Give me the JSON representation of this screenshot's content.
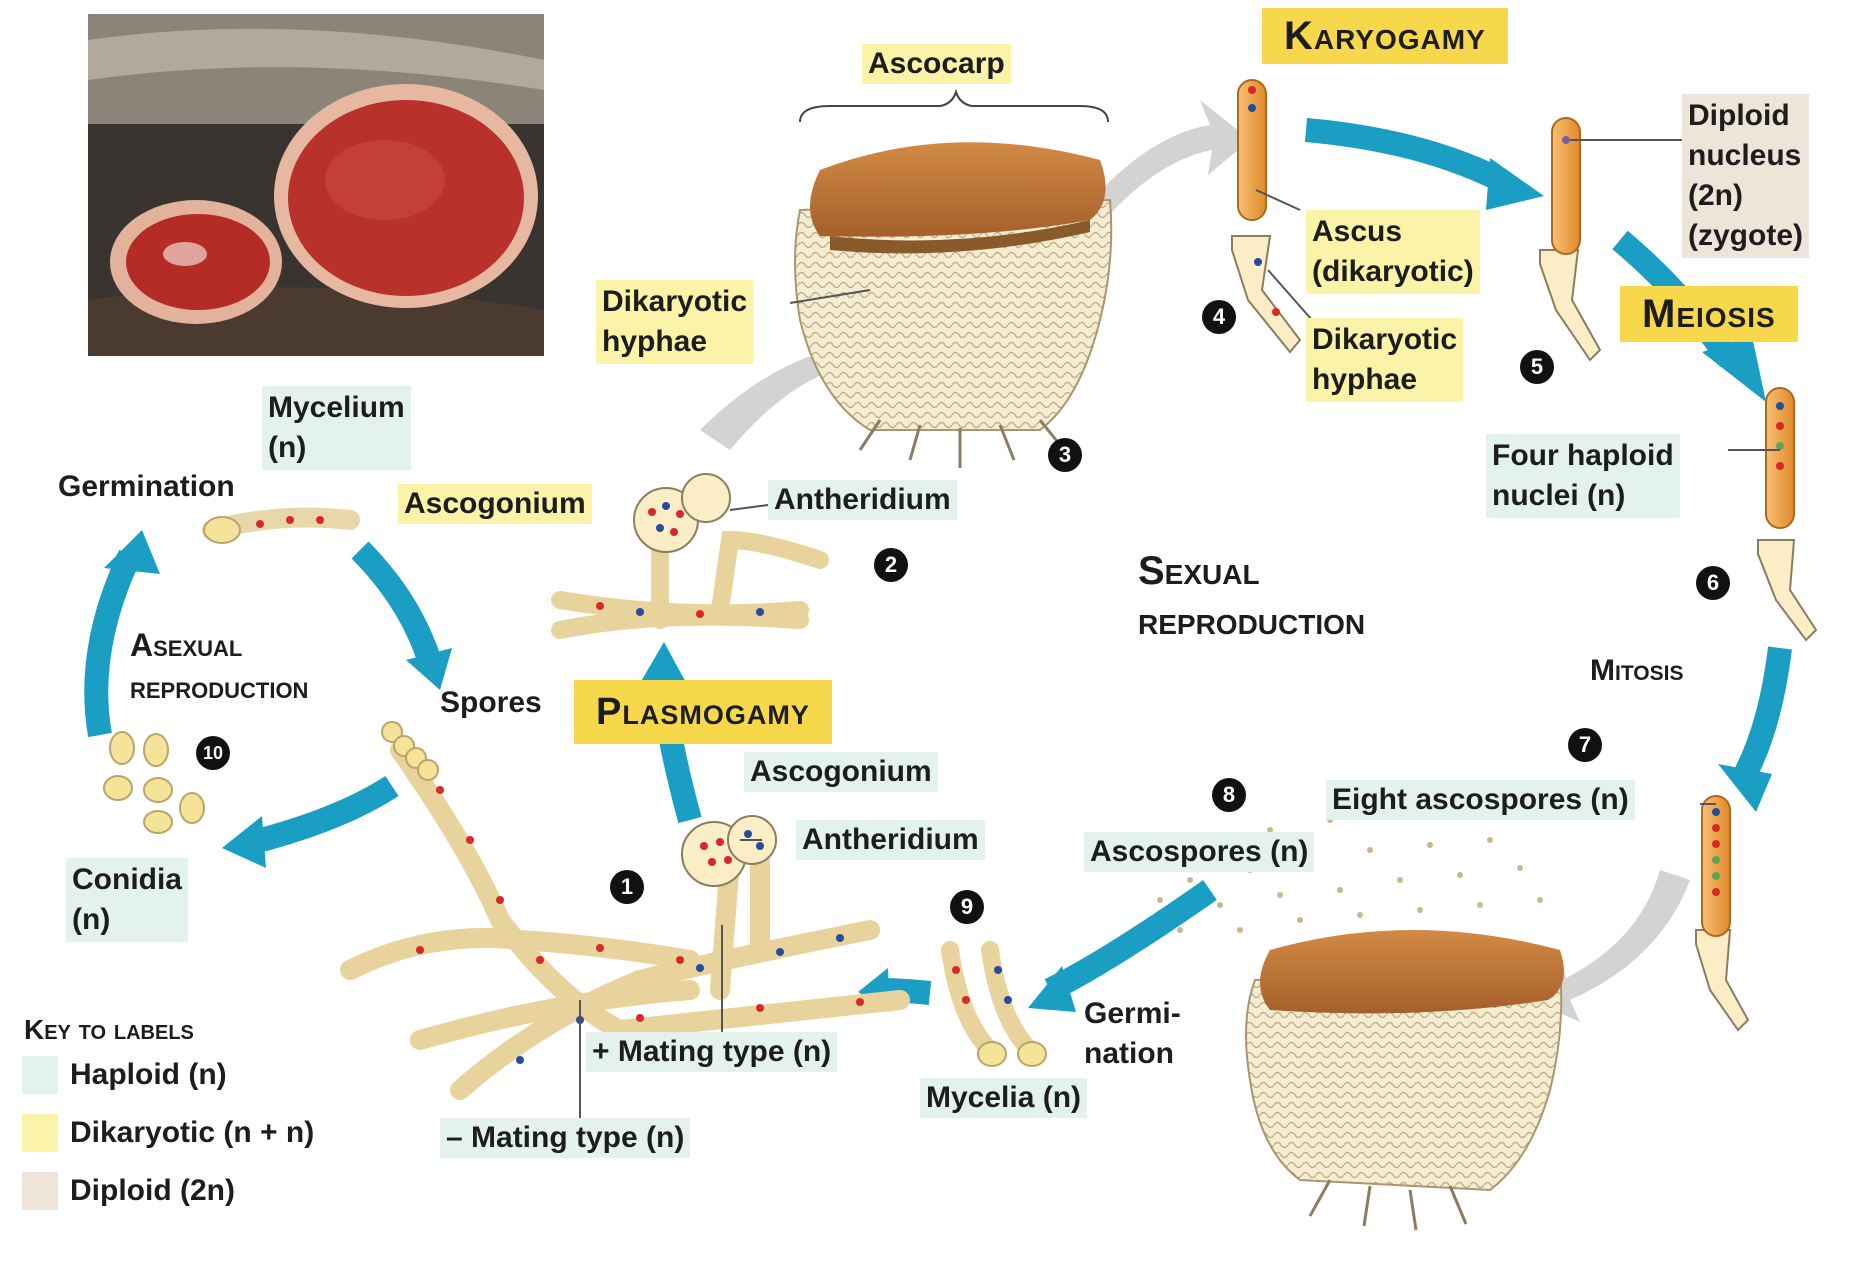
{
  "labels": {
    "ascocarp": "Ascocarp",
    "karyogamy": "Karyogamy",
    "diploid_nucleus": [
      "Diploid",
      "nucleus",
      "(2n)",
      "(zygote)"
    ],
    "ascus": [
      "Ascus",
      "(dikaryotic)"
    ],
    "dikaryotic_hyphae_right": [
      "Dikaryotic",
      "hyphae"
    ],
    "dikaryotic_hyphae_left": [
      "Dikaryotic",
      "hyphae"
    ],
    "meiosis": "Meiosis",
    "four_haploid": [
      "Four haploid",
      "nuclei (n)"
    ],
    "mycelium": [
      "Mycelium",
      "(n)"
    ],
    "germination": "Germination",
    "ascogonium_top": "Ascogonium",
    "antheridium_top": "Antheridium",
    "sexual_reproduction": [
      "Sexual",
      "reproduction"
    ],
    "asexual_reproduction": [
      "Asexual",
      "reproduction"
    ],
    "spores": "Spores",
    "plasmogamy": "Plasmogamy",
    "mitosis": "Mitosis",
    "ascogonium_bottom": "Ascogonium",
    "antheridium_bottom": "Antheridium",
    "eight_ascospores": "Eight ascospores (n)",
    "ascospores": "Ascospores (n)",
    "conidia": [
      "Conidia",
      "(n)"
    ],
    "germi_nation": [
      "Germi-",
      "nation"
    ],
    "plus_mating": "+ Mating type (n)",
    "minus_mating": "– Mating type (n)",
    "mycelia": "Mycelia (n)"
  },
  "steps": [
    "1",
    "2",
    "3",
    "4",
    "5",
    "6",
    "7",
    "8",
    "9",
    "10"
  ],
  "key": {
    "title": "Key to labels",
    "haploid": "Haploid (n)",
    "dikaryotic": "Dikaryotic (n + n)",
    "diploid": "Diploid (2n)"
  },
  "colors": {
    "arrow": "#1b9ec4",
    "haploid": "#e3f2ec",
    "dikaryotic": "#fbf3a8",
    "diploid": "#eee4d8",
    "stage": "#f7d84a",
    "hypha": "#fbeec7",
    "nucleus_red": "#d7282a",
    "nucleus_blue": "#274c9b",
    "ascus": "#f0a346"
  }
}
